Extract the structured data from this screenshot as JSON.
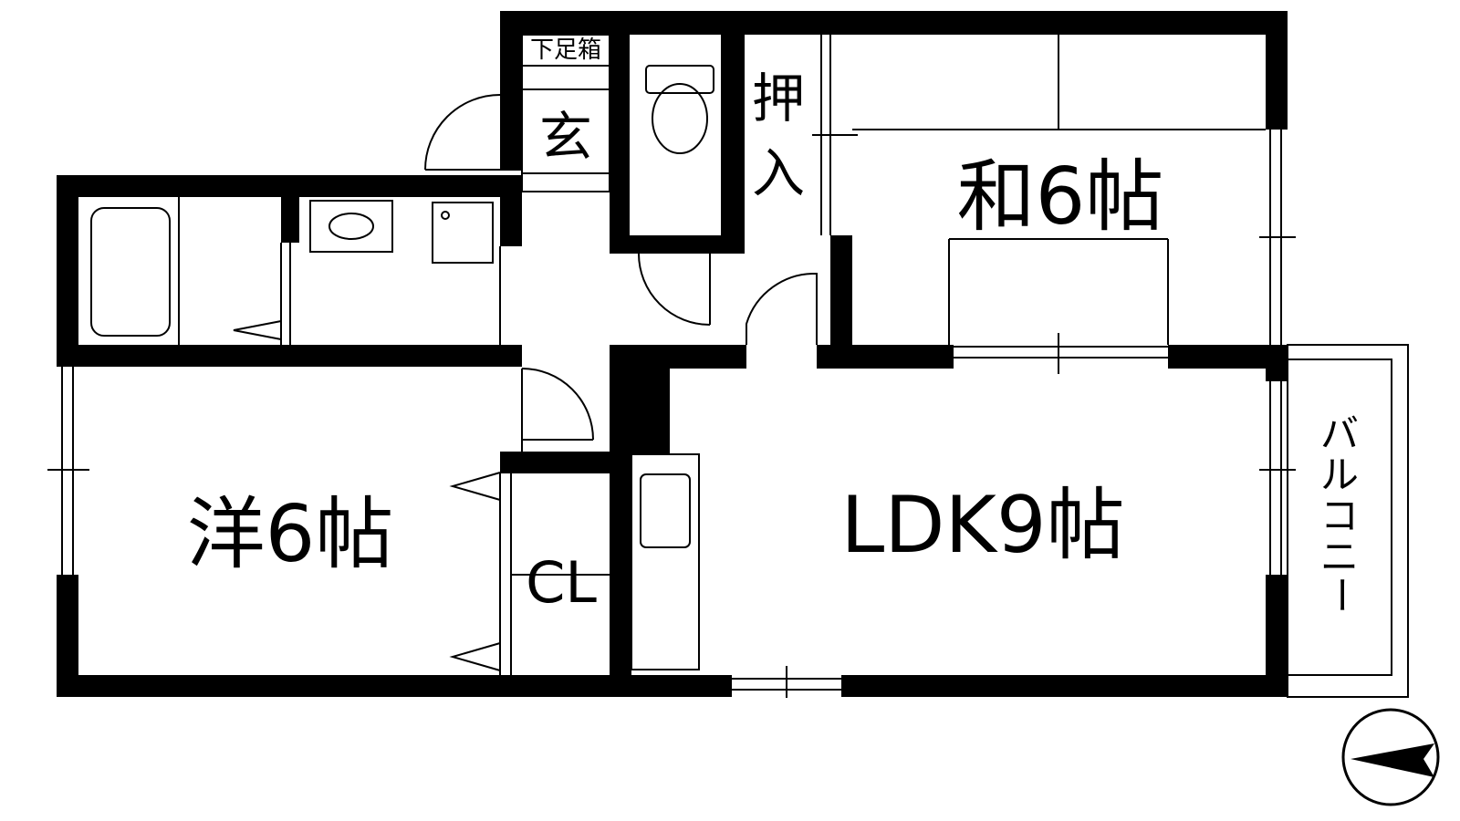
{
  "rooms": {
    "western": "洋6帖",
    "ldk": "LDK9帖",
    "japanese": "和6帖",
    "closet": "CL",
    "oshiire": [
      "押",
      "入"
    ],
    "genkan": "玄",
    "shoe_box": "下足箱",
    "balcony": [
      "バ",
      "ル",
      "コ",
      "ニ",
      "ー"
    ]
  },
  "compass": {
    "icon": "north-arrow-icon"
  },
  "colors": {
    "wall": "#000000",
    "line": "#000000",
    "background": "#ffffff"
  }
}
